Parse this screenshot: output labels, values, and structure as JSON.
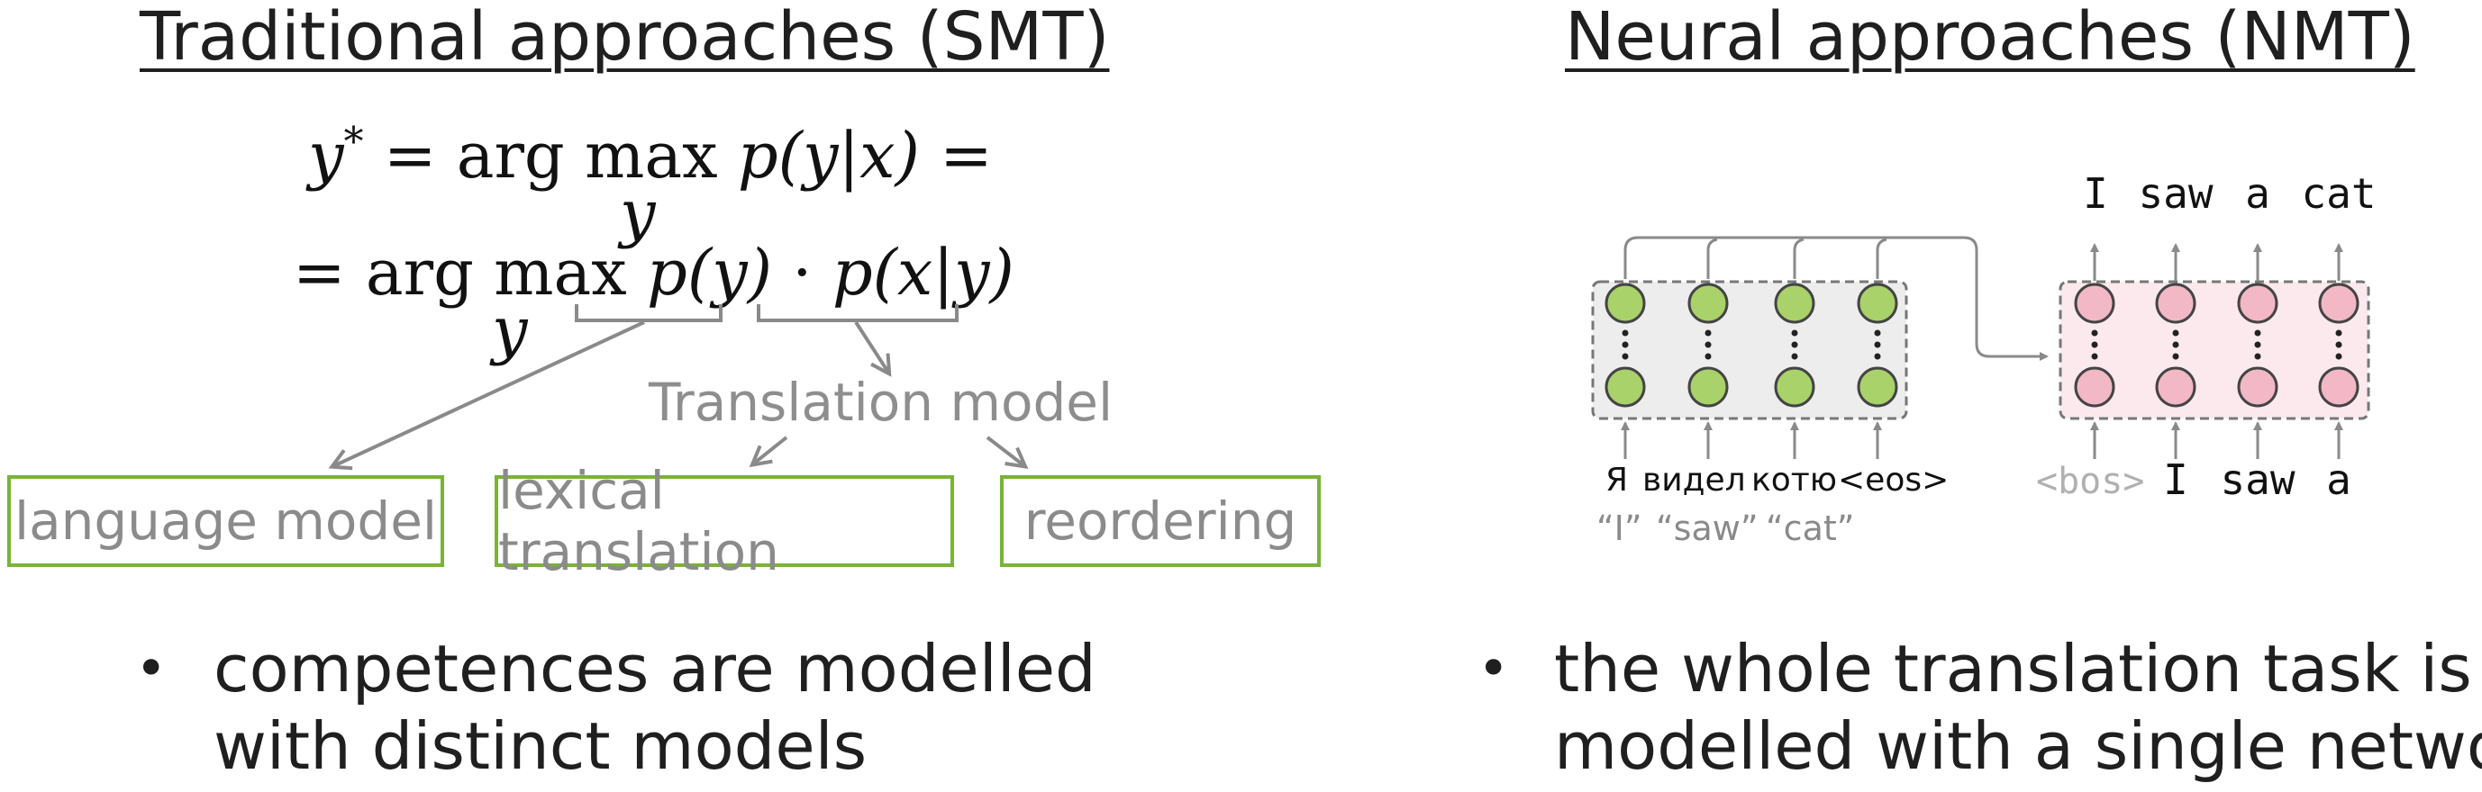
{
  "left": {
    "heading": "Traditional approaches (SMT)",
    "formula": {
      "lhs": "y",
      "star": "*",
      "eq": "=",
      "argmax": "arg max",
      "sub_y": "y",
      "pyx": "p(y|x)",
      "eq_end": "=",
      "eq2": "=",
      "argmax2": "arg max",
      "sub_y2": "y",
      "py": "p(y)",
      "dot": "·",
      "pxy": "p(x|y)"
    },
    "translation_model_label": "Translation model",
    "boxes": [
      "language model",
      "lexical translation",
      "reordering"
    ],
    "bullet": [
      "competences are modelled",
      "with distinct models"
    ]
  },
  "right": {
    "heading": "Neural approaches (NMT)",
    "target_tokens": [
      "I",
      "saw",
      "a",
      "cat"
    ],
    "decoder_inputs": [
      "<bos>",
      "I",
      "saw",
      "a"
    ],
    "source_tokens": [
      "Я",
      "видел",
      "котю",
      "<eos>"
    ],
    "source_gloss": [
      "“I”",
      "“saw”",
      "“cat”"
    ],
    "bullet": [
      "the whole translation task is",
      "modelled with a single network"
    ]
  },
  "colors": {
    "box_border": "#7ab338",
    "encoder_node": "#a9d26a",
    "decoder_node": "#f2b8c6",
    "arrow": "#8a8a8a"
  }
}
